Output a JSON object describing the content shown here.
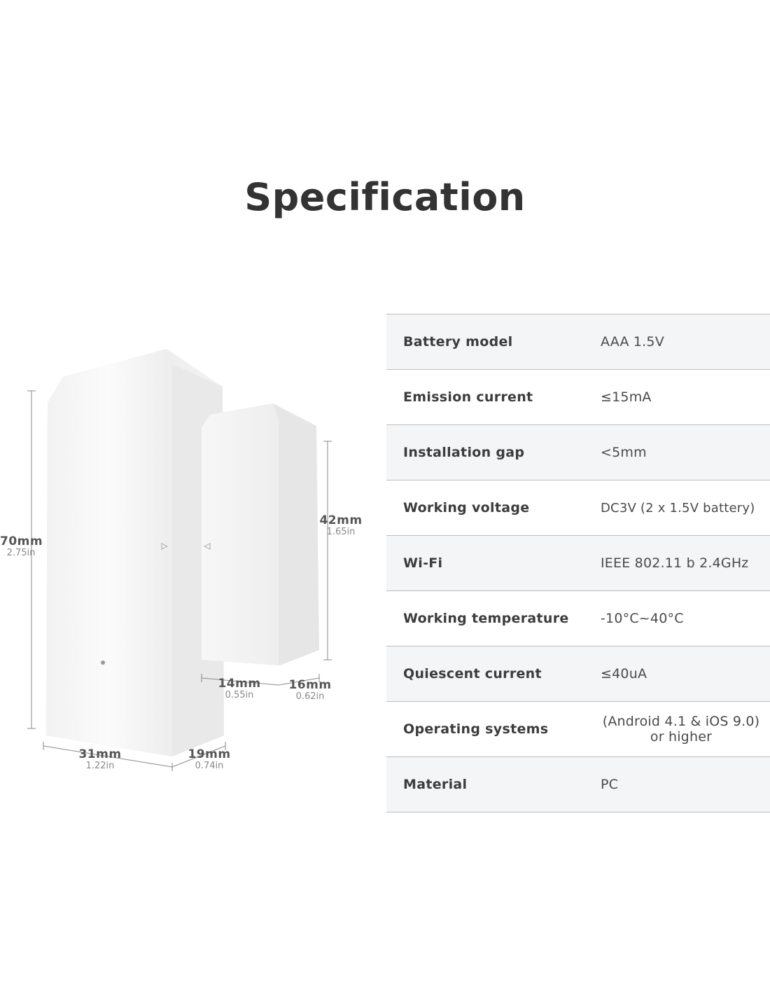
{
  "title": "Specification",
  "dimensions": {
    "height_main": {
      "mm": "70mm",
      "in": "2.75in"
    },
    "height_magnet": {
      "mm": "42mm",
      "in": "1.65in"
    },
    "width_main": {
      "mm": "31mm",
      "in": "1.22in"
    },
    "depth_main": {
      "mm": "19mm",
      "in": "0.74in"
    },
    "width_magnet": {
      "mm": "14mm",
      "in": "0.55in"
    },
    "depth_magnet": {
      "mm": "16mm",
      "in": "0.62in"
    }
  },
  "specs": [
    {
      "label": "Battery model",
      "value": "AAA 1.5V"
    },
    {
      "label": "Emission current",
      "value": "≤15mA"
    },
    {
      "label": "Installation gap",
      "value": "<5mm"
    },
    {
      "label": "Working voltage",
      "value": "DC3V (2 x 1.5V battery)"
    },
    {
      "label": "Wi-Fi",
      "value": "IEEE 802.11 b 2.4GHz"
    },
    {
      "label": "Working temperature",
      "value": "-10°C~40°C"
    },
    {
      "label": "Quiescent current",
      "value": "≤40uA"
    },
    {
      "label": "Operating systems",
      "value": "(Android 4.1 & iOS 9.0)",
      "value2": "or higher"
    },
    {
      "label": "Material",
      "value": "PC"
    }
  ],
  "colors": {
    "row_alt": "#f4f5f7",
    "divider": "#bdbdbd",
    "title": "#333333"
  }
}
